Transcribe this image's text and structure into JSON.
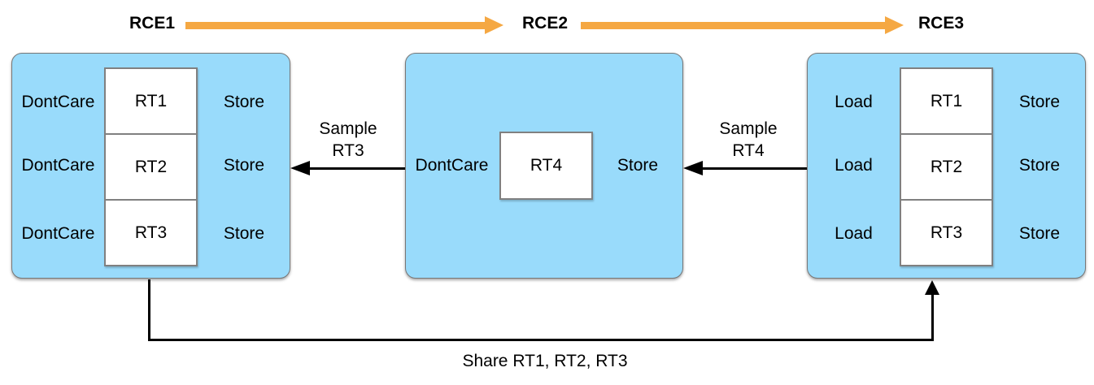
{
  "diagram": {
    "description": "Render command encoder timeline with render target load/store actions",
    "stages": [
      {
        "name": "RCE1",
        "rows": [
          {
            "load_action": "DontCare",
            "render_target": "RT1",
            "store_action": "Store"
          },
          {
            "load_action": "DontCare",
            "render_target": "RT2",
            "store_action": "Store"
          },
          {
            "load_action": "DontCare",
            "render_target": "RT3",
            "store_action": "Store"
          }
        ]
      },
      {
        "name": "RCE2",
        "rows": [
          {
            "load_action": "DontCare",
            "render_target": "RT4",
            "store_action": "Store"
          }
        ]
      },
      {
        "name": "RCE3",
        "rows": [
          {
            "load_action": "Load",
            "render_target": "RT1",
            "store_action": "Store"
          },
          {
            "load_action": "Load",
            "render_target": "RT2",
            "store_action": "Store"
          },
          {
            "load_action": "Load",
            "render_target": "RT3",
            "store_action": "Store"
          }
        ]
      }
    ],
    "connectors": [
      {
        "name": "sample-rt3",
        "from": "RCE2",
        "to": "RCE1",
        "label_line1": "Sample",
        "label_line2": "RT3"
      },
      {
        "name": "sample-rt4",
        "from": "RCE3",
        "to": "RCE2",
        "label_line1": "Sample",
        "label_line2": "RT4"
      },
      {
        "name": "share",
        "from": "RCE1",
        "to": "RCE3",
        "label": "Share RT1, RT2, RT3"
      }
    ],
    "colors": {
      "block_fill": "#99DBFB",
      "block_border": "#777777",
      "rt_box_fill": "#FFFFFF",
      "rt_box_border": "#808080",
      "timeline_arrow": "#F5A843",
      "connector": "#000000",
      "text": "#000000"
    }
  }
}
